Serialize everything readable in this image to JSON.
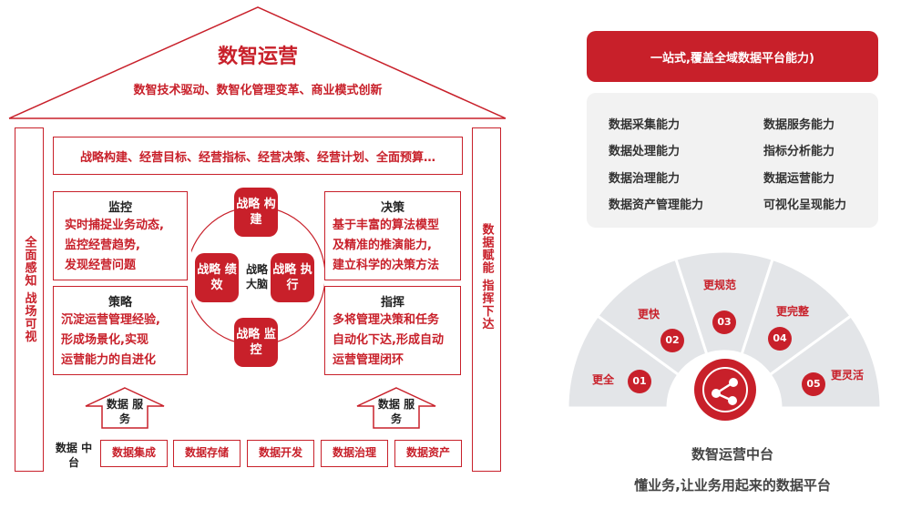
{
  "house": {
    "title": "数智运营",
    "subtitle": "数智技术驱动、数智化管理变革、商业模式创新",
    "top_bar": "战略构建、经营目标、经营指标、经营决策、经营计划、全面预算…",
    "left_column": "全面感知 战场可视",
    "right_column": "数据赋能 指挥下达",
    "panels": {
      "monitor": {
        "title": "监控",
        "lines": [
          "实时捕捉业务动态,",
          "监控经营趋势,",
          "发现经营问题"
        ]
      },
      "strategy": {
        "title": "策略",
        "lines": [
          "沉淀运营管理经验,",
          "形成场景化,实现",
          "运营能力的自进化"
        ]
      },
      "decision": {
        "title": "决策",
        "lines": [
          "基于丰富的算法模型",
          "及精准的推演能力,",
          "建立科学的决策方法"
        ]
      },
      "command": {
        "title": "指挥",
        "lines": [
          "多将管理决策和任务",
          "自动化下达,形成自动",
          "运营管理闭环"
        ]
      }
    },
    "cycle": {
      "center": "战略 大脑",
      "top": "战略 构建",
      "right": "战略 执行",
      "bottom": "战略 监控",
      "left": "战略 绩效"
    },
    "data_service_left": "数据 服务",
    "data_service_right": "数据 服务",
    "data_platform_label": "数据 中台",
    "platform_cells": [
      "数据集成",
      "数据存储",
      "数据开发",
      "数据治理",
      "数据资产"
    ]
  },
  "right": {
    "banner": "一站式,覆盖全域数据平台能力)",
    "abilities": [
      "数据采集能力",
      "数据服务能力",
      "数据处理能力",
      "指标分析能力",
      "数据治理能力",
      "数据运营能力",
      "数据资产管理能力",
      "可视化呈现能力"
    ],
    "fan": [
      {
        "num": "01",
        "label": "更全"
      },
      {
        "num": "02",
        "label": "更快"
      },
      {
        "num": "03",
        "label": "更规范"
      },
      {
        "num": "04",
        "label": "更完整"
      },
      {
        "num": "05",
        "label": "更灵活"
      }
    ],
    "platform_title": "数智运营中台",
    "platform_subtitle": "懂业务,让业务用起来的数据平台"
  },
  "colors": {
    "accent": "#c8202a",
    "grey_panel": "#f2f2f2",
    "fan_grey": "#e3e5e8"
  }
}
